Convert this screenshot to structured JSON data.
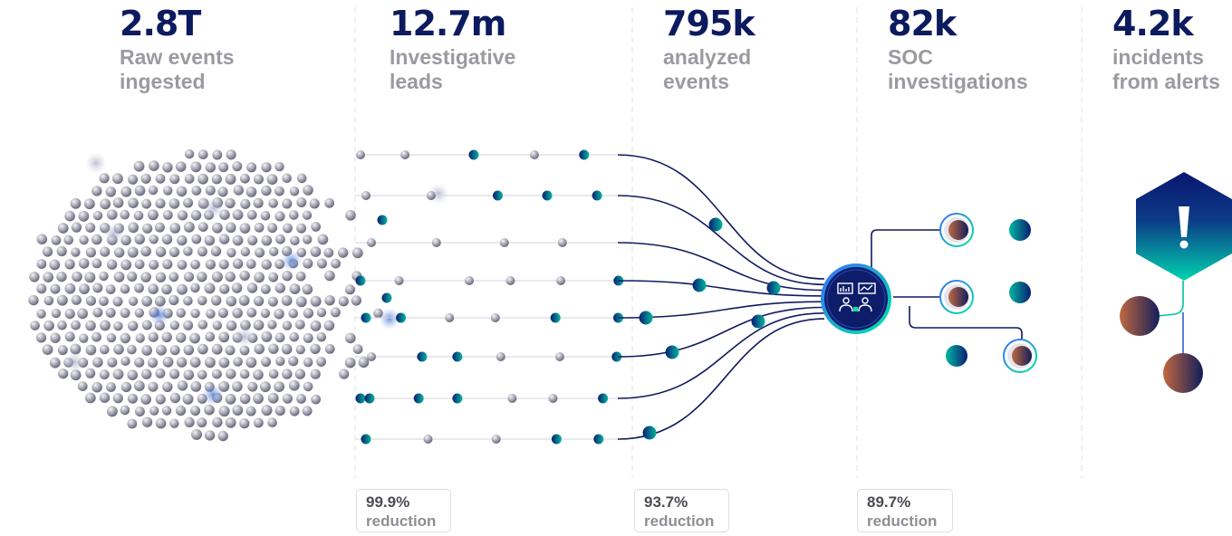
{
  "stages": [
    {
      "value": "2.8T",
      "label": "Raw events\ningested"
    },
    {
      "value": "12.7m",
      "label": "Investigative\nleads"
    },
    {
      "value": "795k",
      "label": "analyzed\nevents"
    },
    {
      "value": "82k",
      "label": "SOC\ninvestigations"
    },
    {
      "value": "4.2k",
      "label": "incidents\nfrom alerts"
    }
  ],
  "reductions": [
    {
      "percent": "99.9%",
      "label": "reduction"
    },
    {
      "percent": "93.7%",
      "label": "reduction"
    },
    {
      "percent": "89.7%",
      "label": "reduction"
    }
  ],
  "icons": {
    "hub": "soc-analysts-dashboard-icon",
    "alert": "exclamation-hexagon-icon"
  },
  "colors": {
    "navy": "#0c1a5e",
    "teal": "#00b398",
    "gray_text": "#9a9aa2",
    "sphere": "#9a9aa8",
    "rust": "#b55d3e"
  }
}
